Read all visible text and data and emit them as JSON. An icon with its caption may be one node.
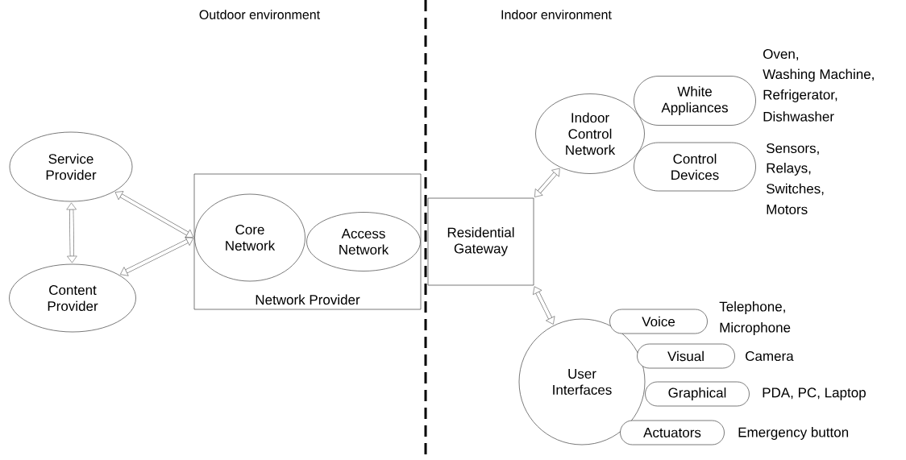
{
  "diagram": {
    "nodes": [
      {
        "text": [
          "Service Provider"
        ]
      },
      {
        "text": [
          "Content Provider"
        ]
      },
      {
        "text": [
          "Network Provider"
        ]
      },
      {
        "text": [
          "Core Network"
        ],
        "in": 2
      },
      {
        "text": [
          "Access Network"
        ],
        "in": 2
      },
      {
        "text": [
          "Residential Gateway"
        ]
      },
      {
        "text": [
          "Indoor Control Network"
        ]
      },
      {
        "text": [
          "White Appliances"
        ],
        "beside": [
          "Oven,",
          "Washing Machine,",
          "Refrigerator,",
          "Dishwasher"
        ]
      },
      {
        "text": [
          "Control Devices"
        ],
        "beside": [
          "Sensors,",
          "Relays,",
          "Switches,",
          "Motors"
        ]
      },
      {
        "text": [
          "User Interfaces"
        ]
      },
      {
        "text": [
          "Voice"
        ],
        "beside": [
          "Telephone,",
          "Microphone"
        ]
      },
      {
        "text": [
          "Visual"
        ],
        "beside": [
          "Camera"
        ]
      },
      {
        "text": [
          "Graphical"
        ],
        "beside": [
          "PDA, PC, Laptop"
        ]
      },
      {
        "text": [
          "Actuators"
        ],
        "beside": [
          "Emergency button"
        ]
      }
    ],
    "edges": [
      {
        "from": 0,
        "to": 1,
        "arrow": "both"
      },
      {
        "from": 0,
        "to": 3,
        "arrow": "both"
      },
      {
        "from": 1,
        "to": 3,
        "arrow": "both"
      },
      {
        "from": 5,
        "to": 6,
        "arrow": "both"
      },
      {
        "from": 5,
        "to": 9,
        "arrow": "both"
      }
    ],
    "labels": [
      "Outdoor environment",
      "Indoor environment"
    ]
  }
}
